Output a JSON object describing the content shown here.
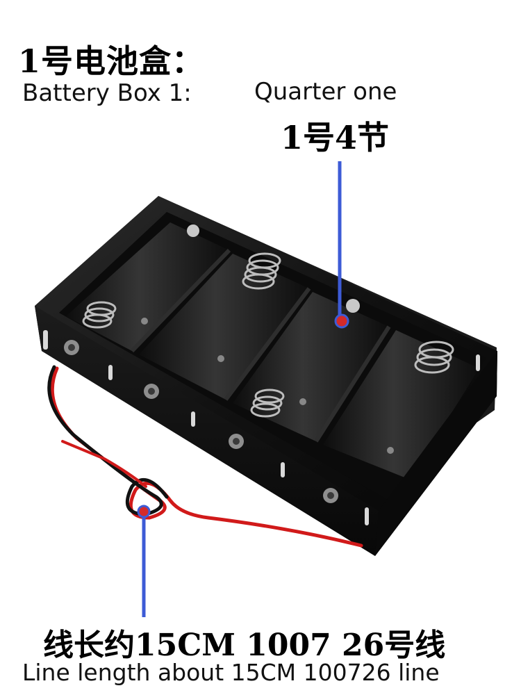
{
  "header": {
    "title_cn": "1号电池盒：",
    "title_en": "Battery Box 1:"
  },
  "callout_top": {
    "label_en": "Quarter one",
    "label_cn": "1号4节"
  },
  "callout_bottom": {
    "label_cn": "线长约15CM 1007 26号线",
    "label_en": "Line length about 15CM 100726 line"
  },
  "colors": {
    "pointer": "#3d5bd6",
    "box": "#151515",
    "wire_red": "#d11a1a"
  }
}
